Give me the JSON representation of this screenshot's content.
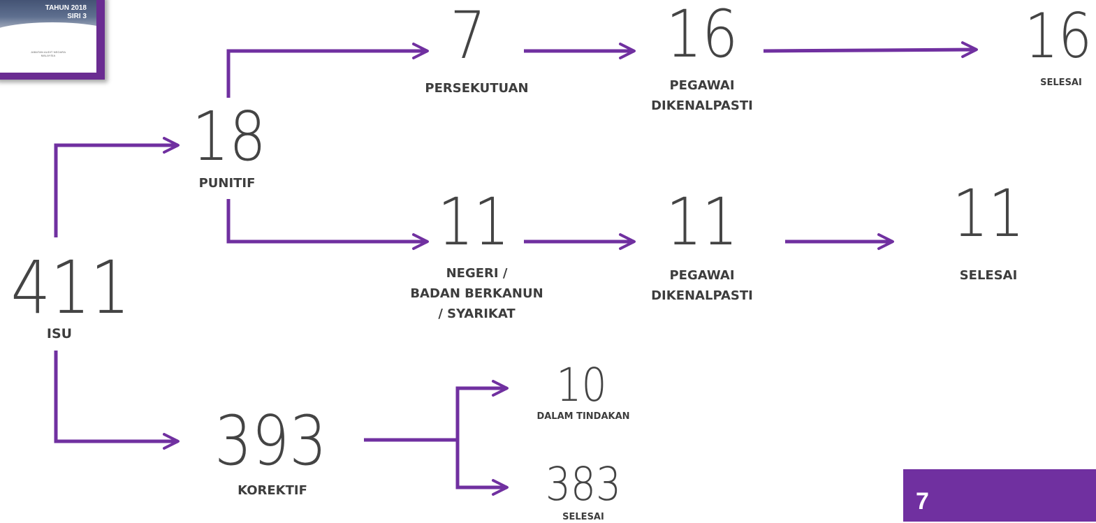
{
  "cover": {
    "line1": "TAHUN 2018",
    "line2": "SIRI 3",
    "org_line1": "JABATAN AUDIT NEGARA",
    "org_line2": "MALAYSIA"
  },
  "nodes": {
    "isu": {
      "value": "411",
      "label": "ISU"
    },
    "punitif": {
      "value": "18",
      "label": "PUNITIF"
    },
    "korektif": {
      "value": "393",
      "label": "KOREKTIF"
    },
    "persekutuan": {
      "value": "7",
      "label": "PERSEKUTUAN"
    },
    "persekutuan_pegawai": {
      "value": "16",
      "label_line1": "PEGAWAI",
      "label_line2": "DIKENALPASTI"
    },
    "persekutuan_selesai": {
      "value": "16",
      "label": "SELESAI"
    },
    "negeri": {
      "value": "11",
      "label_line1": "NEGERI /",
      "label_line2": "BADAN BERKANUN",
      "label_line3": "/ SYARIKAT"
    },
    "negeri_pegawai": {
      "value": "11",
      "label_line1": "PEGAWAI",
      "label_line2": "DIKENALPASTI"
    },
    "negeri_selesai": {
      "value": "11",
      "label": "SELESAI"
    },
    "dalam_tindakan": {
      "value": "10",
      "label": "DALAM TINDAKAN"
    },
    "korektif_selesai": {
      "value": "383",
      "label": "SELESAI"
    }
  },
  "colors": {
    "arrow": "#7030a0",
    "text": "#444444",
    "page_box": "#7030a0"
  },
  "page": {
    "number": "7"
  }
}
